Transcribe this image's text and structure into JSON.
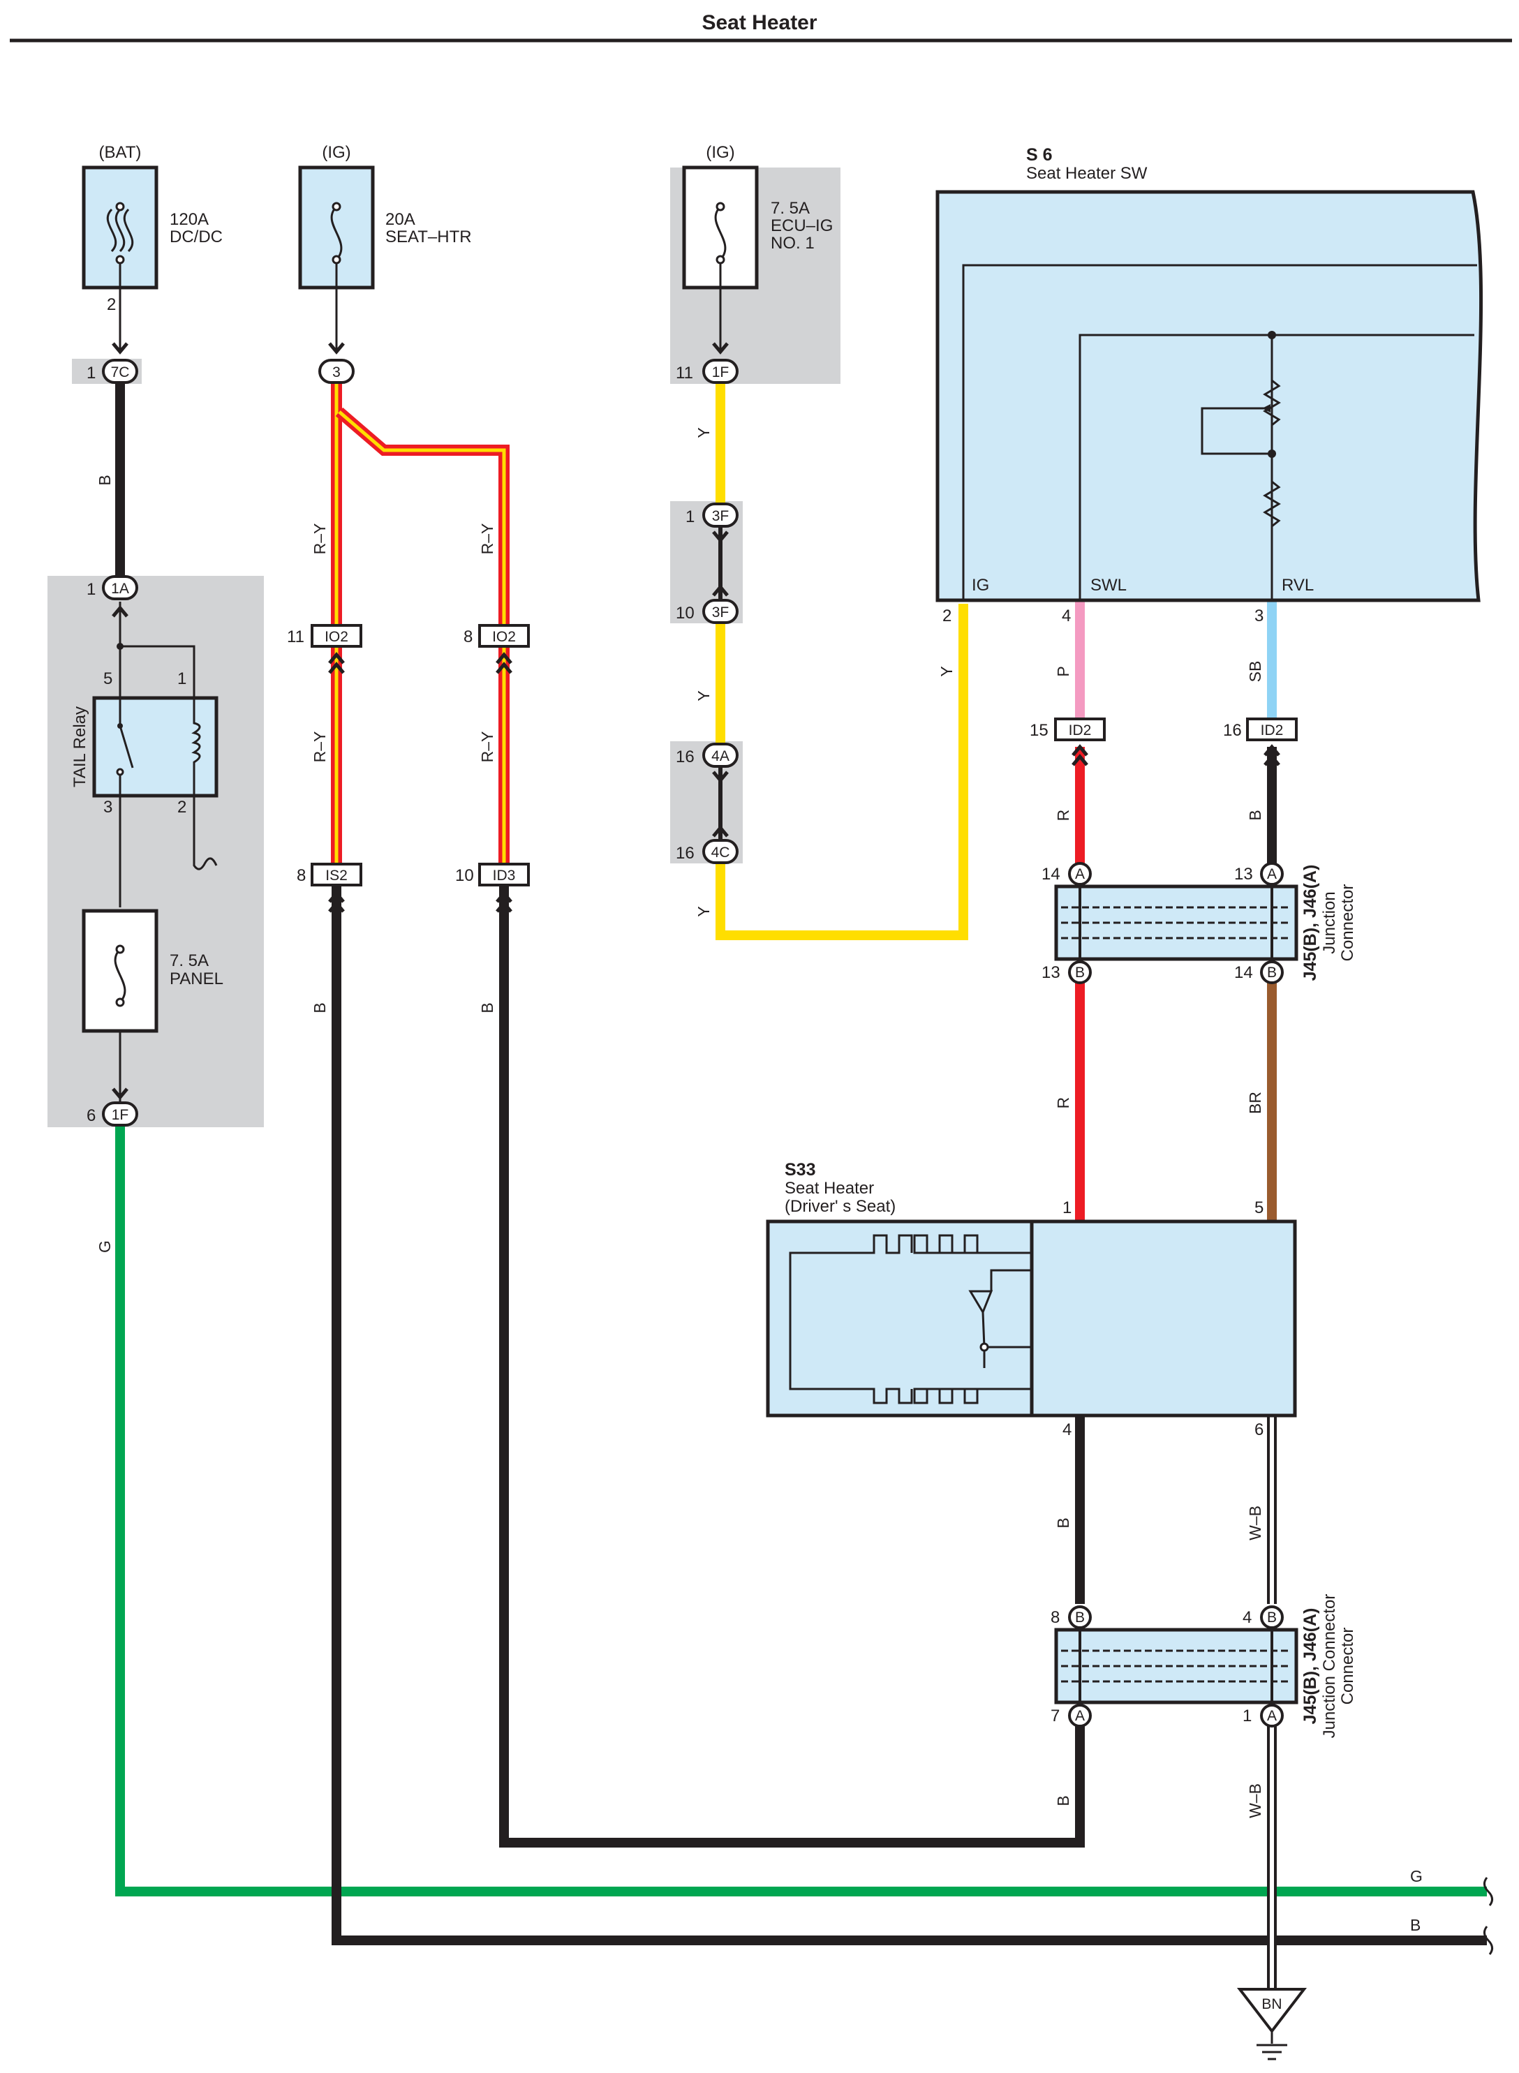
{
  "title": "Seat Heater",
  "sources": {
    "bat": "(BAT)",
    "ig1": "(IG)",
    "ig2": "(IG)"
  },
  "fuses": {
    "dcdc": {
      "amp": "120A",
      "name": "DC/DC"
    },
    "seat_htr": {
      "amp": "20A",
      "name": "SEAT–HTR"
    },
    "ecu_ig": {
      "amp": "7. 5A",
      "name1": "ECU–IG",
      "name2": "NO. 1"
    },
    "panel": {
      "amp": "7. 5A",
      "name": "PANEL"
    }
  },
  "relay": {
    "label": "TAIL Relay",
    "pins": [
      "5",
      "1",
      "3",
      "2"
    ]
  },
  "components": {
    "s6": {
      "id": "S 6",
      "name": "Seat Heater SW",
      "pins": [
        "IG",
        "SWL",
        "RVL"
      ]
    },
    "s33": {
      "id": "S33",
      "name1": "Seat Heater",
      "name2": "(Driver' s Seat)"
    },
    "jc_top": {
      "id": "J45(B), J46(A)",
      "name1": "Junction",
      "name2": "Connector"
    },
    "jc_bottom": {
      "id": "J45(B), J46(A)",
      "name1": "Junction Connector",
      "name2": "Connector"
    }
  },
  "connectors": {
    "c7C": "7C",
    "c1A": "1A",
    "c1F_a": "1F",
    "c3": "3",
    "cIO2_a": "IO2",
    "cIO2_b": "IO2",
    "cIS2": "IS2",
    "cID3": "ID3",
    "c1F_b": "1F",
    "c3F_a": "3F",
    "c3F_b": "3F",
    "c4A": "4A",
    "c4C": "4C",
    "cID2_a": "ID2",
    "cID2_b": "ID2",
    "jA": "A",
    "jB": "B",
    "ground": "BN"
  },
  "pins": {
    "p2": "2",
    "p1": "1",
    "p6": "6",
    "p11": "11",
    "p8": "8",
    "p10": "10",
    "p16": "16",
    "p4": "4",
    "p3": "3",
    "p15": "15",
    "p14": "14",
    "p13": "13",
    "p5": "5",
    "p7": "7"
  },
  "wire_colors": {
    "B": "B",
    "G": "G",
    "RY": "R–Y",
    "Y": "Y",
    "P": "P",
    "SB": "SB",
    "R": "R",
    "BR": "BR",
    "WB": "W–B"
  },
  "colors": {
    "black": "#231f20",
    "green": "#00a651",
    "red": "#ed1c24",
    "yellow": "#ffde00",
    "pink": "#f49ac1",
    "sky": "#8fd3f5",
    "brown": "#9a5b2e",
    "panel_fill": "#cfe9f7",
    "shade": "#d2d3d5"
  }
}
